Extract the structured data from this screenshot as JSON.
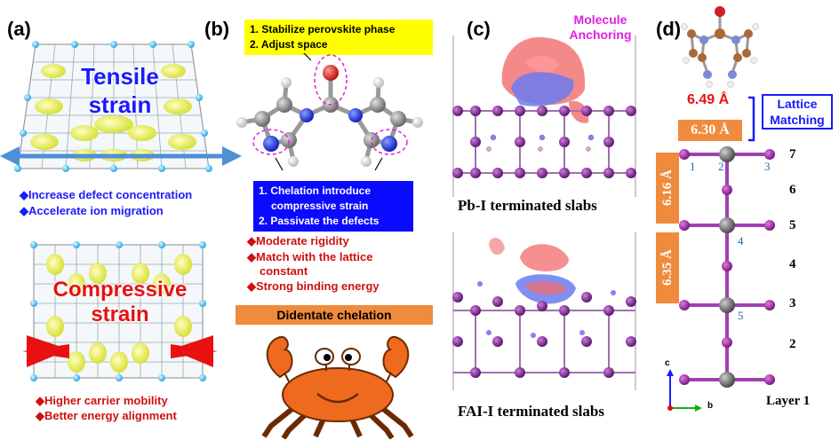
{
  "panels": {
    "a": {
      "label": "(a)",
      "tensile_text": [
        "Tensile",
        "strain"
      ],
      "compressive_text": [
        "Compressive",
        "strain"
      ],
      "tensile_bullets": [
        "Increase defect concentration",
        "Accelerate ion migration"
      ],
      "compressive_bullets": [
        "Higher carrier mobility",
        "Better energy alignment"
      ]
    },
    "b": {
      "label": "(b)",
      "yellow_box": [
        "1. Stabilize perovskite phase",
        "2. Adjust space"
      ],
      "blue_box": [
        "1. Chelation introduce",
        "compressive strain",
        "2. Passivate the defects"
      ],
      "red_bullets": [
        "Moderate rigidity",
        "Match with the  lattice",
        "constant",
        "Strong binding energy"
      ],
      "chelation_label": "Didentate chelation"
    },
    "c": {
      "label": "(c)",
      "anchoring_label": [
        "Molecule",
        "Anchoring"
      ],
      "slab_top": "Pb-I terminated slabs",
      "slab_bottom": "FAI-I terminated slabs"
    },
    "d": {
      "label": "(d)",
      "dist_top": "6.49 Å",
      "dist_box": "6.30 Å",
      "lattice_box": [
        "Lattice",
        "Matching"
      ],
      "dist_side1": "6.16 Å",
      "dist_side2": "6.35 Å",
      "site_numbers": [
        "1",
        "2",
        "3",
        "4",
        "5"
      ],
      "layer_numbers": [
        "7",
        "6",
        "5",
        "4",
        "3",
        "2"
      ],
      "layer_label": "Layer 1",
      "axis_c": "c",
      "axis_b": "b"
    }
  },
  "colors": {
    "blue_text": "#1a1aff",
    "red_text": "#d01010",
    "magenta": "#e020e0",
    "orange": "#f08a3c",
    "yellow": "#ffff00",
    "pb_atom": "#7a2a8a",
    "gray_atom": "#808080"
  }
}
